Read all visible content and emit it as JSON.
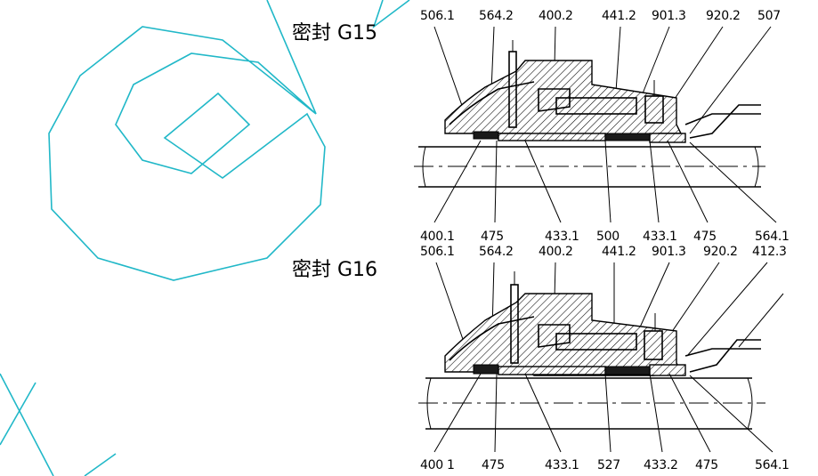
{
  "sections": [
    {
      "title": "密封 G15",
      "top_labels": [
        "506.1",
        "564.2",
        "400.2",
        "441.2",
        "901.3",
        "920.2",
        "507"
      ],
      "bottom_labels": [
        "400.1",
        "475",
        "433.1",
        "500",
        "433.1",
        "475",
        "564.1"
      ]
    },
    {
      "title": "密封 G16",
      "top_labels": [
        "506.1",
        "564.2",
        "400.2",
        "441.2",
        "901.3",
        "920.2",
        "412.3"
      ],
      "bottom_labels": [
        "400 1",
        "475",
        "433.1",
        "527",
        "433.2",
        "475",
        "564.1"
      ]
    }
  ],
  "watermark_color": "#21b8c8"
}
